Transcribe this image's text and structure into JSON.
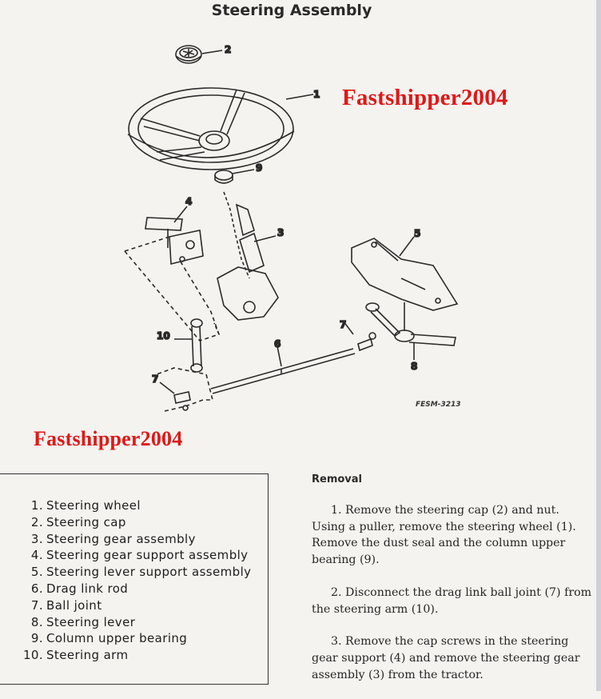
{
  "page": {
    "title": "Steering Assembly",
    "watermark": "Fastshipper2004",
    "figure_code": "FESM-3213"
  },
  "diagram": {
    "callouts": [
      "1",
      "2",
      "3",
      "4",
      "5",
      "6",
      "7",
      "7",
      "8",
      "9",
      "10"
    ]
  },
  "legend": [
    {
      "num": "1.",
      "label": "Steering wheel"
    },
    {
      "num": "2.",
      "label": "Steering cap"
    },
    {
      "num": "3.",
      "label": "Steering gear assembly"
    },
    {
      "num": "4.",
      "label": "Steering gear support assembly"
    },
    {
      "num": "5.",
      "label": "Steering lever support assembly"
    },
    {
      "num": "6.",
      "label": "Drag link rod"
    },
    {
      "num": "7.",
      "label": "Ball joint"
    },
    {
      "num": "8.",
      "label": "Steering lever"
    },
    {
      "num": "9.",
      "label": "Column upper bearing"
    },
    {
      "num": "10.",
      "label": "Steering arm"
    }
  ],
  "removal": {
    "heading": "Removal",
    "paragraphs": [
      "1. Remove the steering cap (2) and nut. Using a puller, remove the steering wheel (1). Remove the dust seal and the column upper bearing (9).",
      "2. Disconnect the drag link ball joint (7) from the steering arm (10).",
      "3. Remove the cap screws in the steering gear support (4) and remove the steering gear assembly (3) from the tractor."
    ]
  },
  "colors": {
    "watermark": "#e01818",
    "ink": "#1d1d1d",
    "paper": "#f4f3ef"
  }
}
